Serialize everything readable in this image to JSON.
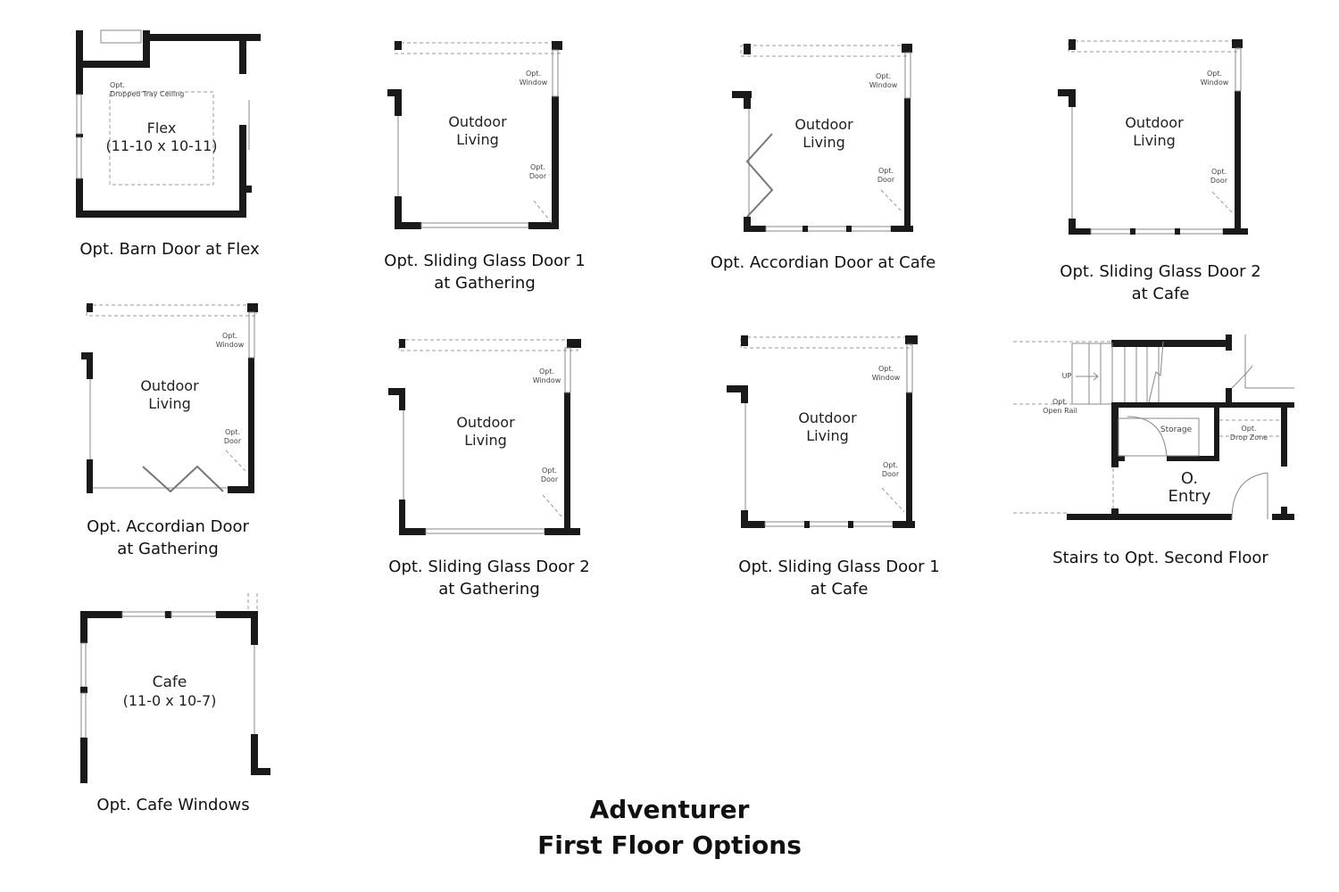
{
  "page": {
    "title_line1": "Adventurer",
    "title_line2": "First Floor Options"
  },
  "options": [
    {
      "caption": "Opt. Barn Door at Flex",
      "room": "Flex",
      "dims": "(11-10 x 10-11)",
      "note_line1": "Opt.",
      "note_line2": "Dropped Tray Ceiling"
    },
    {
      "caption_line1": "Opt. Sliding Glass Door 1",
      "caption_line2": "at Gathering",
      "room_line1": "Outdoor",
      "room_line2": "Living",
      "window_line1": "Opt.",
      "window_line2": "Window",
      "door_line1": "Opt.",
      "door_line2": "Door"
    },
    {
      "caption": "Opt. Accordian Door at Cafe",
      "room_line1": "Outdoor",
      "room_line2": "Living",
      "window_line1": "Opt.",
      "window_line2": "Window",
      "door_line1": "Opt.",
      "door_line2": "Door"
    },
    {
      "caption_line1": "Opt. Sliding Glass Door 2",
      "caption_line2": "at Cafe",
      "room_line1": "Outdoor",
      "room_line2": "Living",
      "window_line1": "Opt.",
      "window_line2": "Window",
      "door_line1": "Opt.",
      "door_line2": "Door"
    },
    {
      "caption_line1": "Opt. Accordian Door",
      "caption_line2": "at Gathering",
      "room_line1": "Outdoor",
      "room_line2": "Living",
      "window_line1": "Opt.",
      "window_line2": "Window",
      "door_line1": "Opt.",
      "door_line2": "Door"
    },
    {
      "caption_line1": "Opt. Sliding Glass Door 2",
      "caption_line2": "at Gathering",
      "room_line1": "Outdoor",
      "room_line2": "Living",
      "window_line1": "Opt.",
      "window_line2": "Window",
      "door_line1": "Opt.",
      "door_line2": "Door"
    },
    {
      "caption_line1": "Opt. Sliding Glass Door 1",
      "caption_line2": "at Cafe",
      "room_line1": "Outdoor",
      "room_line2": "Living",
      "window_line1": "Opt.",
      "window_line2": "Window",
      "door_line1": "Opt.",
      "door_line2": "Door"
    },
    {
      "caption": "Stairs to Opt. Second Floor",
      "up": "UP",
      "rail_line1": "Opt.",
      "rail_line2": "Open Rail",
      "storage": "Storage",
      "drop_line1": "Opt.",
      "drop_line2": "Drop Zone",
      "entry_line1": "O.",
      "entry_line2": "Entry"
    },
    {
      "caption": "Opt. Cafe Windows",
      "room": "Cafe",
      "dims": "(11-0 x 10-7)"
    }
  ]
}
